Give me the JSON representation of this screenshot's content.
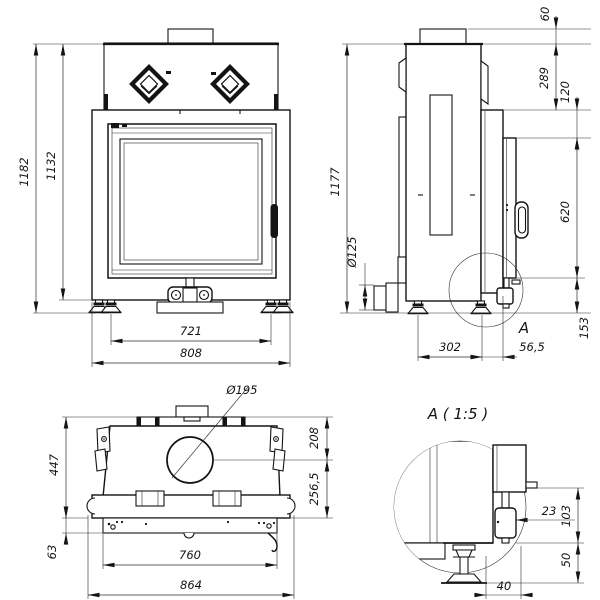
{
  "drawing": {
    "front_view": {
      "total_height": "1182",
      "body_height": "1132",
      "feet_span": "721",
      "overall_width": "808"
    },
    "side_view": {
      "flue_stub_height": "60",
      "top_to_panel": "289",
      "panel_to_door_top": "120",
      "door_height": "620",
      "total_height": "1177",
      "air_intake_diameter": "Ø125",
      "bottom_height": "153",
      "foot_spacing": "302",
      "front_offset": "56,5",
      "detail_marker": "A"
    },
    "top_view": {
      "flue_diameter": "Ø195",
      "total_depth": "447",
      "rear_to_flue_center": "208",
      "flue_center_to_front": "256,5",
      "front_lip_height": "63",
      "inner_width": "760",
      "overall_width": "864"
    },
    "detail_a": {
      "title": "A ( 1:5 )",
      "bracket_offset": "23",
      "bracket_height": "103",
      "foot_height": "50",
      "bracket_width": "40"
    }
  }
}
